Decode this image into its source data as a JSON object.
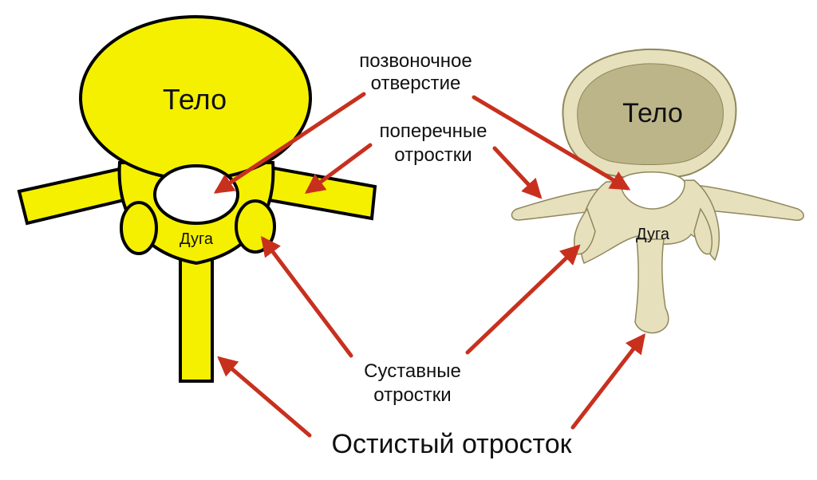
{
  "labels": {
    "body_schematic": "Тело",
    "arch_schematic": "Дуга",
    "body_real": "Тело",
    "arch_real": "Дуга",
    "vertebral_foramen_line1": "позвоночное",
    "vertebral_foramen_line2": "отверстие",
    "transverse_line1": "поперечные",
    "transverse_line2": "отростки",
    "articular_line1": "Суставные",
    "articular_line2": "отростки",
    "spinous": "Остистый отросток"
  },
  "colors": {
    "schematic_fill": "#f5f000",
    "outline": "#000000",
    "arrow": "#c8301e",
    "bone_fill": "#e6e0bc",
    "bone_shadow": "#bdb58a",
    "bone_dark": "#8f875c"
  }
}
